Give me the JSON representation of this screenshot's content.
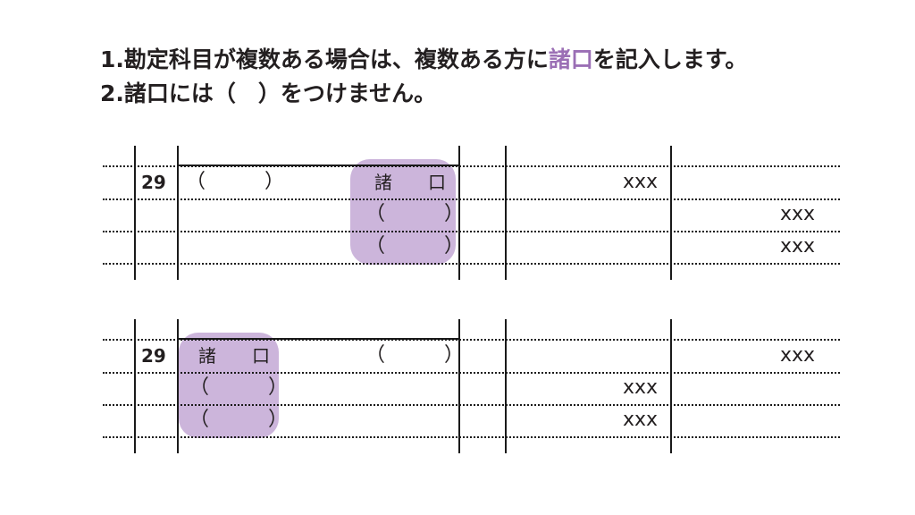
{
  "heading": {
    "line1_a": "1.勘定科目が複数ある場合は、複数ある方に",
    "line1_accent": "諸口",
    "line1_b": "を記入します。",
    "line2": "2.諸口には（　）をつけません。"
  },
  "colors": {
    "accent_purple": "#9b6fb5",
    "highlight_purple": "#ccb5db",
    "ink": "#231f20",
    "page_background": "#ffffff"
  },
  "ledgers": [
    {
      "id": "ledger-credit-shokuchi",
      "date": "29",
      "highlight_side": "credit",
      "rows": [
        {
          "debit_account": "（　　　）",
          "credit_account": "諸　口",
          "debit_amount": "xxx",
          "credit_amount": ""
        },
        {
          "debit_account": "",
          "credit_account": "（　　　）",
          "debit_amount": "",
          "credit_amount": "xxx"
        },
        {
          "debit_account": "",
          "credit_account": "（　　　）",
          "debit_amount": "",
          "credit_amount": "xxx"
        }
      ]
    },
    {
      "id": "ledger-debit-shokuchi",
      "date": "29",
      "highlight_side": "debit",
      "rows": [
        {
          "debit_account": "諸　口",
          "credit_account": "（　　　）",
          "debit_amount": "",
          "credit_amount": "xxx"
        },
        {
          "debit_account": "（　　　）",
          "credit_account": "",
          "debit_amount": "xxx",
          "credit_amount": ""
        },
        {
          "debit_account": "（　　　）",
          "credit_account": "",
          "debit_amount": "xxx",
          "credit_amount": ""
        }
      ]
    }
  ]
}
